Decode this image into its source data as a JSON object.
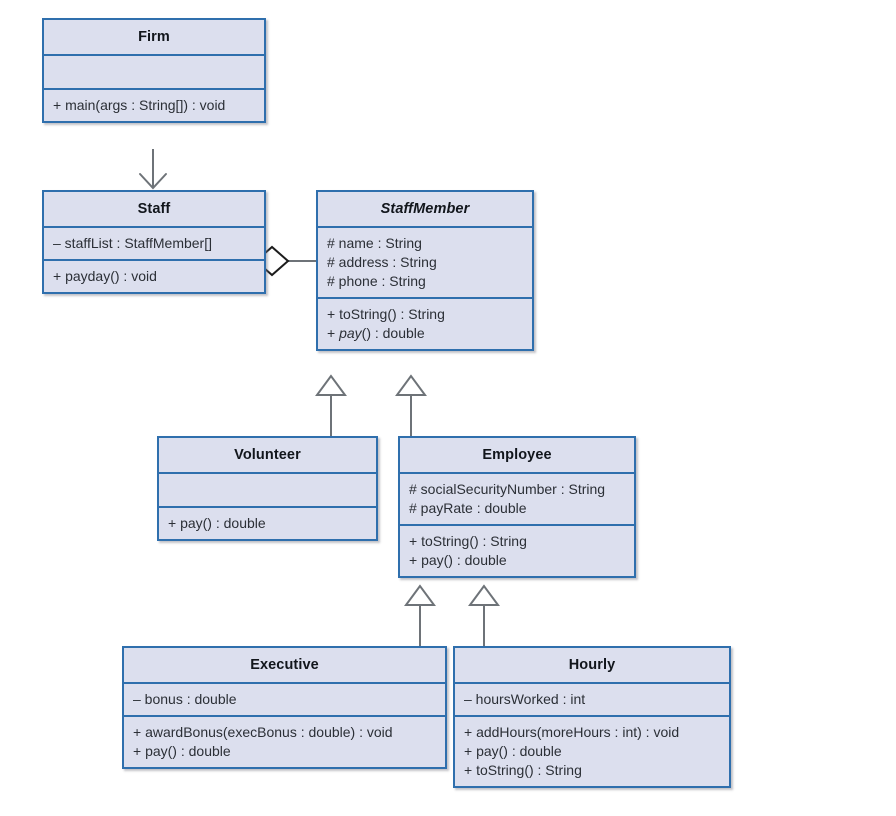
{
  "diagram": {
    "title": "Firm / StaffMember UML class diagram",
    "colors": {
      "box_fill": "#dcdfee",
      "box_border": "#2f6fad",
      "connector": "#6e7378",
      "page_background": "#ffffff",
      "text": "#2b2f36"
    }
  },
  "classes": {
    "firm": {
      "name": "Firm",
      "abstract": false,
      "attributes": [],
      "methods": [
        "+ main(args : String[]) : void"
      ]
    },
    "staff": {
      "name": "Staff",
      "abstract": false,
      "attributes": [
        "– staffList : StaffMember[]"
      ],
      "methods": [
        "+ payday() : void"
      ]
    },
    "staffmember": {
      "name": "StaffMember",
      "abstract": true,
      "attributes": [
        "# name : String",
        "# address : String",
        "# phone : String"
      ],
      "methods": [
        "+ toString() : String",
        "+ pay() : double"
      ],
      "abstract_methods": [
        "pay"
      ]
    },
    "volunteer": {
      "name": "Volunteer",
      "abstract": false,
      "attributes": [],
      "methods": [
        "+ pay() : double"
      ]
    },
    "employee": {
      "name": "Employee",
      "abstract": false,
      "attributes": [
        "# socialSecurityNumber : String",
        "# payRate : double"
      ],
      "methods": [
        "+ toString() : String",
        "+ pay() : double"
      ]
    },
    "executive": {
      "name": "Executive",
      "abstract": false,
      "attributes": [
        "– bonus : double"
      ],
      "methods": [
        "+ awardBonus(execBonus : double) : void",
        "+ pay() : double"
      ]
    },
    "hourly": {
      "name": "Hourly",
      "abstract": false,
      "attributes": [
        "– hoursWorked : int"
      ],
      "methods": [
        "+ addHours(moreHours : int) : void",
        "+ pay() : double",
        "+ toString() : String"
      ]
    }
  },
  "relationships": [
    {
      "name": "firm-to-staff",
      "type": "association",
      "from": "Firm",
      "to": "Staff",
      "arrow": "open-arrow"
    },
    {
      "name": "staff-to-staffmember",
      "type": "aggregation",
      "from": "Staff",
      "to": "StaffMember",
      "arrow": "hollow-diamond"
    },
    {
      "name": "volunteer-to-staffmember",
      "type": "generalization",
      "from": "Volunteer",
      "to": "StaffMember",
      "arrow": "hollow-triangle"
    },
    {
      "name": "employee-to-staffmember",
      "type": "generalization",
      "from": "Employee",
      "to": "StaffMember",
      "arrow": "hollow-triangle"
    },
    {
      "name": "executive-to-employee",
      "type": "generalization",
      "from": "Executive",
      "to": "Employee",
      "arrow": "hollow-triangle"
    },
    {
      "name": "hourly-to-employee",
      "type": "generalization",
      "from": "Hourly",
      "to": "Employee",
      "arrow": "hollow-triangle"
    }
  ]
}
